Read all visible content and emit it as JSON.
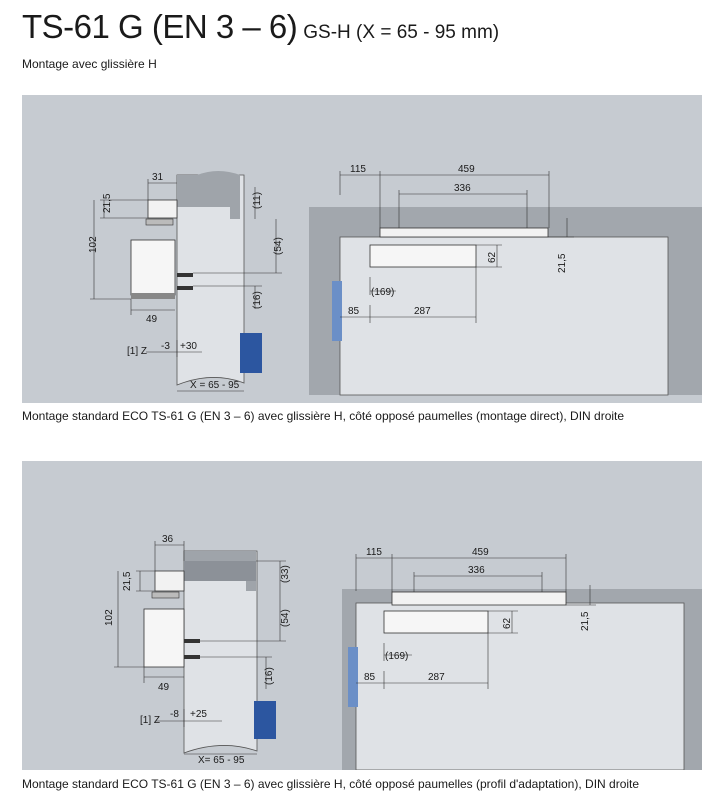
{
  "header": {
    "title": "TS-61 G (EN 3 – 6)",
    "title_suffix": "GS-H (X = 65 - 95 mm)",
    "subtitle": "Montage avec glissière H"
  },
  "figures": [
    {
      "caption": "Montage standard ECO TS-61 G (EN 3 – 6) avec glissière H, côté opposé paumelles (montage direct), DIN droite",
      "side": {
        "top_width": "31",
        "top_height": "21,5",
        "total_height": "102",
        "ref_11": "(11)",
        "ref_54": "(54)",
        "ref_16": "(16)",
        "base_width": "49",
        "z_ref": "[1] Z",
        "z_minus": "-3",
        "z_plus": "+30",
        "x_range": "X = 65 - 95"
      },
      "front": {
        "dim_115": "115",
        "dim_459": "459",
        "dim_336": "336",
        "dim_62": "62",
        "dim_21_5": "21,5",
        "dim_169": "(169)",
        "dim_85": "85",
        "dim_287": "287"
      }
    },
    {
      "caption": "Montage standard ECO TS-61 G (EN 3 – 6) avec glissière H, côté opposé paumelles (profil d'adaptation), DIN droite",
      "side": {
        "top_width": "36",
        "top_height": "21,5",
        "total_height": "102",
        "ref_33": "(33)",
        "ref_54": "(54)",
        "ref_16": "(16)",
        "base_width": "49",
        "z_ref": "[1] Z",
        "z_minus": "-8",
        "z_plus": "+25",
        "x_range": "X= 65 - 95"
      },
      "front": {
        "dim_115": "115",
        "dim_459": "459",
        "dim_336": "336",
        "dim_62": "62",
        "dim_21_5": "21,5",
        "dim_169": "(169)",
        "dim_85": "85",
        "dim_287": "287"
      }
    }
  ],
  "colors": {
    "panel": "#c6cbd1",
    "door": "#dfe2e6",
    "frame": "#a2a7ad",
    "hinge": "#2c56a0"
  }
}
